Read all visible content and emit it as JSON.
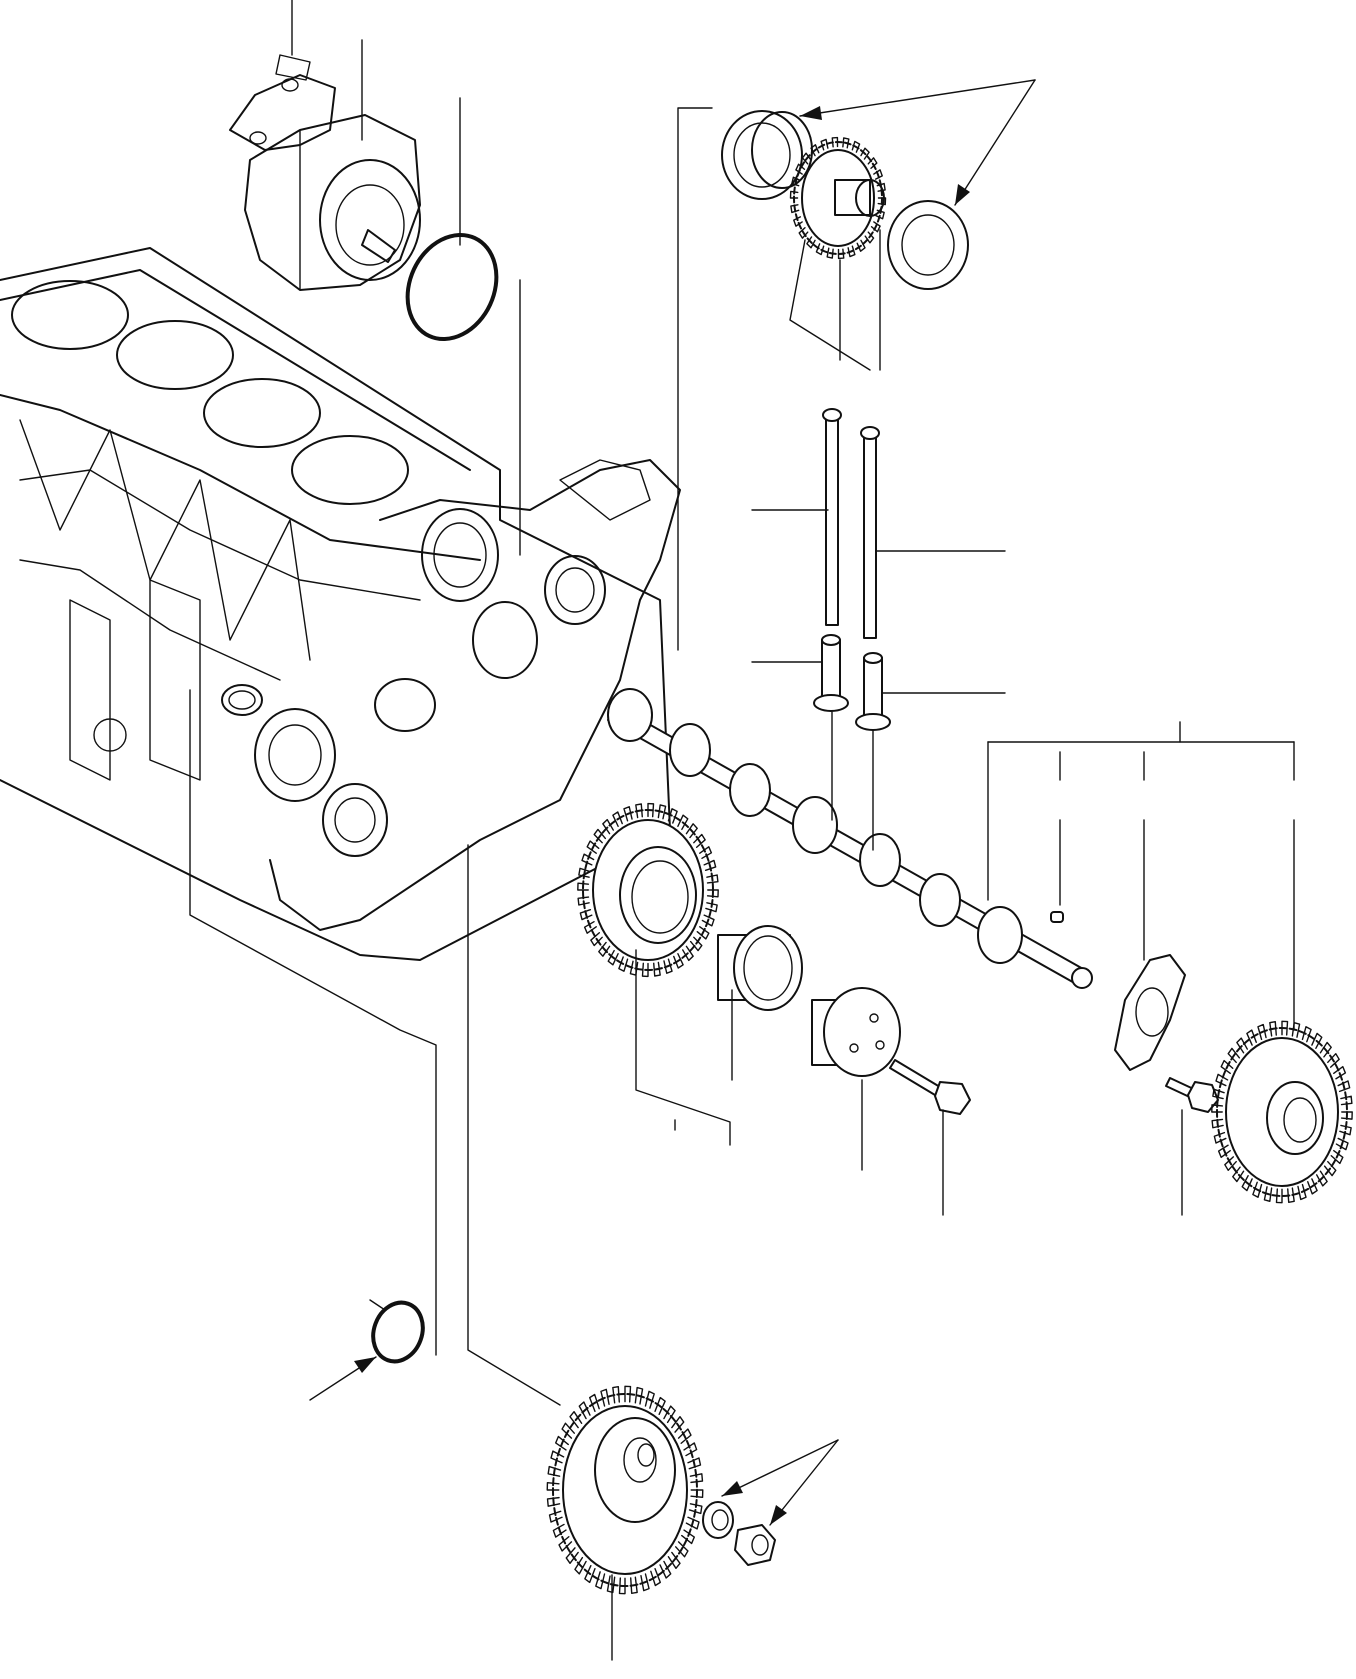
{
  "figure": {
    "kind": "exploded-parts-diagram",
    "labels": []
  },
  "parts": [
    {
      "id": "hydraulic-pump",
      "icon": "pump-icon"
    },
    {
      "id": "pump-o-ring",
      "icon": "o-ring-icon"
    },
    {
      "id": "cylinder-block",
      "icon": "engine-block-icon"
    },
    {
      "id": "idler-gear-with-bearings",
      "icon": "gear-icon"
    },
    {
      "id": "push-rods",
      "icon": "rod-icon"
    },
    {
      "id": "tappets",
      "icon": "tappet-icon"
    },
    {
      "id": "camshaft",
      "icon": "camshaft-icon"
    },
    {
      "id": "idler-gear",
      "icon": "gear-icon"
    },
    {
      "id": "idler-bushing",
      "icon": "bushing-icon"
    },
    {
      "id": "idler-shaft",
      "icon": "shaft-icon"
    },
    {
      "id": "idler-bolt",
      "icon": "bolt-icon"
    },
    {
      "id": "camshaft-key",
      "icon": "key-icon"
    },
    {
      "id": "thrust-plate",
      "icon": "plate-icon"
    },
    {
      "id": "thrust-plate-bolt",
      "icon": "bolt-icon"
    },
    {
      "id": "camshaft-gear",
      "icon": "gear-icon"
    },
    {
      "id": "small-o-ring",
      "icon": "o-ring-icon"
    },
    {
      "id": "fuel-pump-gear",
      "icon": "gear-icon"
    },
    {
      "id": "spring-washer",
      "icon": "washer-icon"
    },
    {
      "id": "nut",
      "icon": "nut-icon"
    }
  ]
}
